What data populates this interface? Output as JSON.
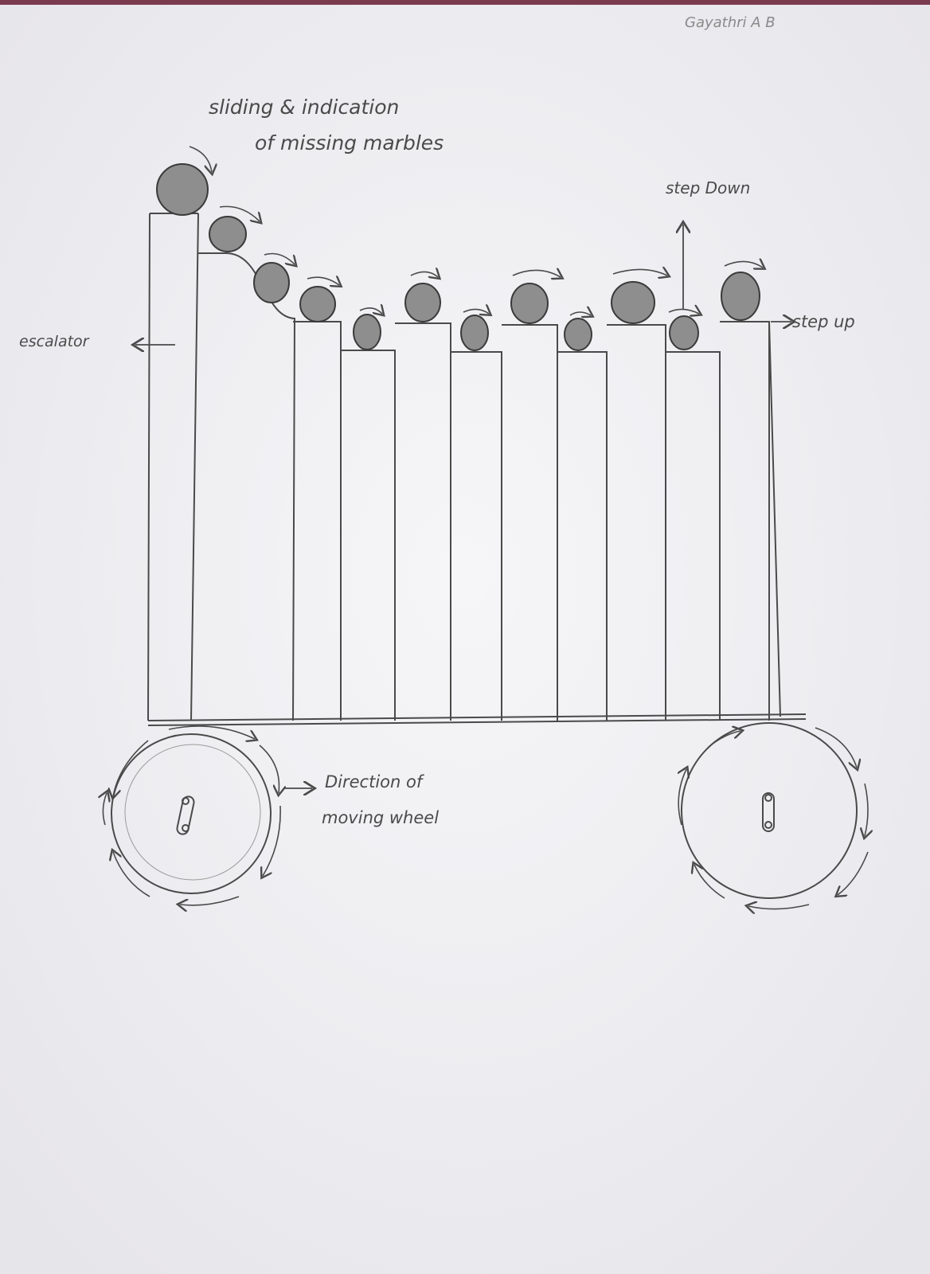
{
  "signature": "Gayathri A B",
  "title": {
    "line1": "sliding & indication",
    "line2": "of missing marbles"
  },
  "labels": {
    "escalator": "escalator",
    "step_down": "step Down",
    "step_up": "step up",
    "direction_line1": "Direction of",
    "direction_line2": "moving wheel"
  },
  "colors": {
    "paper": "#f3f3f5",
    "pencil": "#4a4a4a",
    "marble_fill": "#8e8e8e",
    "background": "#e8e6e9"
  },
  "diagram": {
    "components": [
      "escalator",
      "steps",
      "marbles",
      "base-platform",
      "wheels"
    ],
    "step_count": 11,
    "marble_count": 12,
    "wheel_count": 2
  }
}
